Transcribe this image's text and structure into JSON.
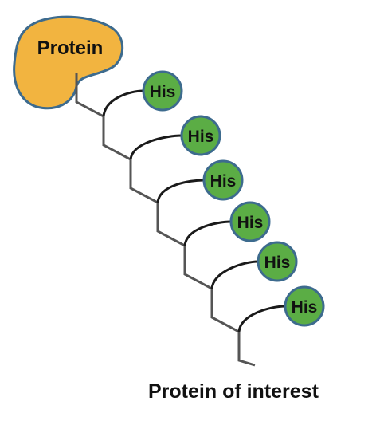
{
  "protein_label": "Protein",
  "his_tags": [
    {
      "label": "His"
    },
    {
      "label": "His"
    },
    {
      "label": "His"
    },
    {
      "label": "His"
    },
    {
      "label": "His"
    },
    {
      "label": "His"
    }
  ],
  "caption": "Protein of interest",
  "colors": {
    "protein_fill": "#F2B440",
    "protein_stroke": "#3D6B8E",
    "his_fill": "#5BAD45",
    "his_stroke": "#3D6B8E",
    "backbone": "#555555",
    "branch": "#1a1a1a"
  }
}
